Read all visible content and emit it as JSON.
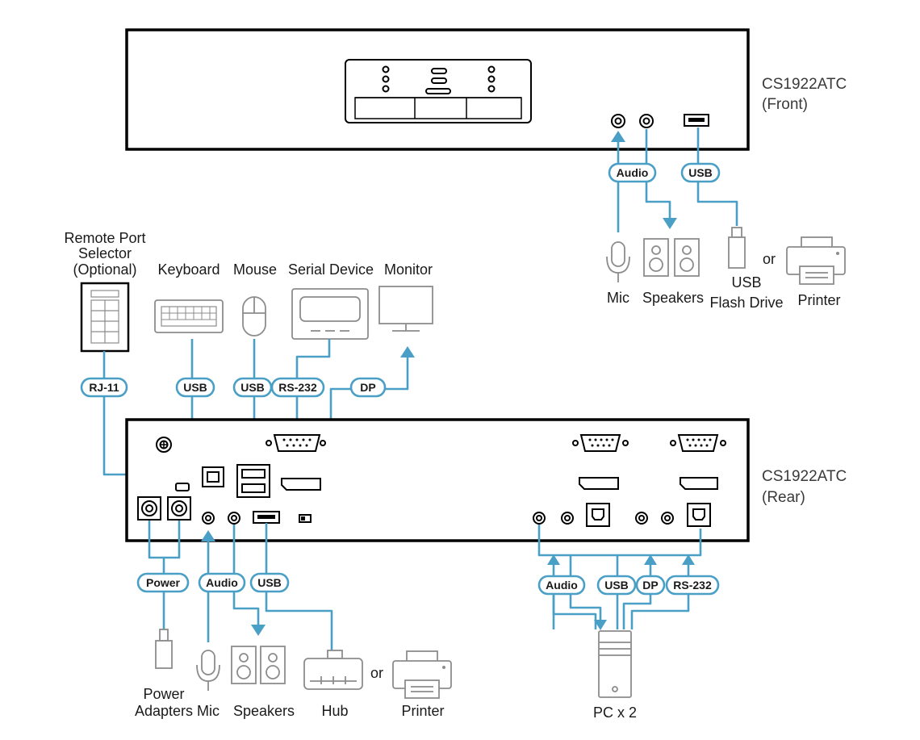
{
  "front_panel": {
    "title_line1": "CS1922ATC",
    "title_line2": "(Front)",
    "pills": {
      "audio": "Audio",
      "usb": "USB"
    },
    "devices": {
      "mic": "Mic",
      "speakers": "Speakers",
      "usb_flash_line1": "USB",
      "usb_flash_line2": "Flash Drive",
      "or": "or",
      "printer": "Printer"
    }
  },
  "rear_panel": {
    "title_line1": "CS1922ATC",
    "title_line2": "(Rear)",
    "top_devices": {
      "remote_line1": "Remote Port",
      "remote_line2": "Selector",
      "remote_line3": "(Optional)",
      "keyboard": "Keyboard",
      "mouse": "Mouse",
      "serial": "Serial Device",
      "monitor": "Monitor"
    },
    "top_pills": {
      "rj11": "RJ-11",
      "usb_kb": "USB",
      "usb_mouse": "USB",
      "rs232": "RS-232",
      "dp": "DP"
    },
    "bottom_pills": {
      "power": "Power",
      "audio": "Audio",
      "usb": "USB"
    },
    "bottom_devices": {
      "power_line1": "Power",
      "power_line2": "Adapters",
      "mic": "Mic",
      "speakers": "Speakers",
      "hub": "Hub",
      "or": "or",
      "printer": "Printer"
    },
    "pc_pills": {
      "audio": "Audio",
      "usb": "USB",
      "dp": "DP",
      "rs232": "RS-232"
    },
    "pc_label": "PC x 2"
  },
  "colors": {
    "cable": "#4a9fc6",
    "chassis": "#000000",
    "device": "#8c8c8c"
  }
}
